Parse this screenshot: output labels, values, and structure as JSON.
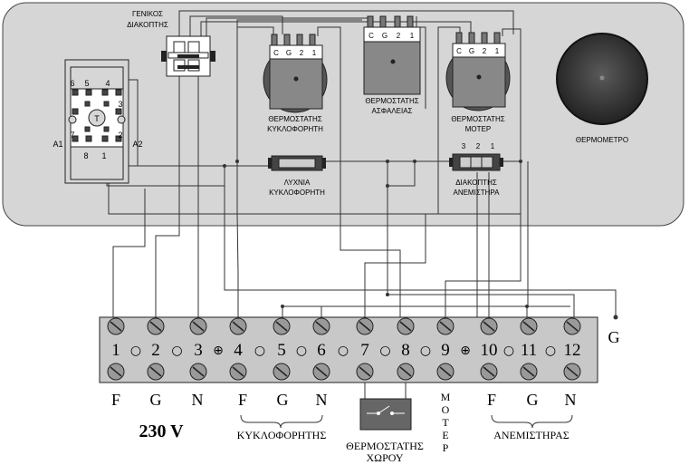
{
  "panel": {
    "main_switch_label_1": "ΓΕΝΙΚΟΣ",
    "main_switch_label_2": "ΔΙΑΚΟΠΤΗΣ",
    "thermo_circ_label_1": "ΘΕΡΜΟΣΤΑΤΗΣ",
    "thermo_circ_label_2": "ΚΥΚΛΟΦΟΡΗΤΗ",
    "thermo_safety_label_1": "ΘΕΡΜΟΣΤΑΤΗΣ",
    "thermo_safety_label_2": "ΑΣΦΑΛΕΙΑΣ",
    "thermo_motor_label_1": "ΘΕΡΜΟΣΤΑΤΗΣ",
    "thermo_motor_label_2": "ΜΟΤΕΡ",
    "thermometer_label": "ΘΕΡΜΟΜΕΤΡΟ",
    "lamp_label_1": "ΛΥΧΝΙΑ",
    "lamp_label_2": "ΚΥΚΛΟΦΟΡΗΤΗ",
    "fan_switch_label_1": "ΔΙΑΚΟΠΤΗΣ",
    "fan_switch_label_2": "ΑΝΕΜΙΣΤΗΡΑ",
    "fan_switch_pins": [
      "3",
      "2",
      "1"
    ],
    "thermostat_pins": [
      "C",
      "G",
      "2",
      "1"
    ],
    "relay_top_pins": [
      "6",
      "5",
      "4"
    ],
    "relay_side_pins": [
      "3",
      "2",
      "7"
    ],
    "relay_bottom_pins": [
      "8",
      "1"
    ],
    "relay_center": "T",
    "relay_a1": "A1",
    "relay_a2": "A2"
  },
  "terminal_block": {
    "numbers": [
      "1",
      "2",
      "3",
      "4",
      "5",
      "6",
      "7",
      "8",
      "9",
      "10",
      "11",
      "12"
    ],
    "ground_label": "G",
    "labels_under": [
      "F",
      "G",
      "N",
      "F",
      "G",
      "N",
      "F",
      "G",
      "N"
    ],
    "voltage": "230 V",
    "circulator_label": "ΚΥΚΛΟΦΟΡΗΤΗΣ",
    "fan_label": "ΑΝΕΜΙΣΤΗΡΑΣ",
    "room_thermostat_label_1": "ΘΕΡΜΟΣΤΑΤΗΣ",
    "room_thermostat_label_2": "ΧΩΡΟΥ",
    "motor_letters": [
      "Μ",
      "Ο",
      "Τ",
      "Ε",
      "Ρ"
    ]
  },
  "colors": {
    "panel_fill": "#d6d6d6",
    "terminal_fill": "#c8c8c8",
    "thermostat_body": "#555555",
    "thermometer_face": "#333333"
  }
}
